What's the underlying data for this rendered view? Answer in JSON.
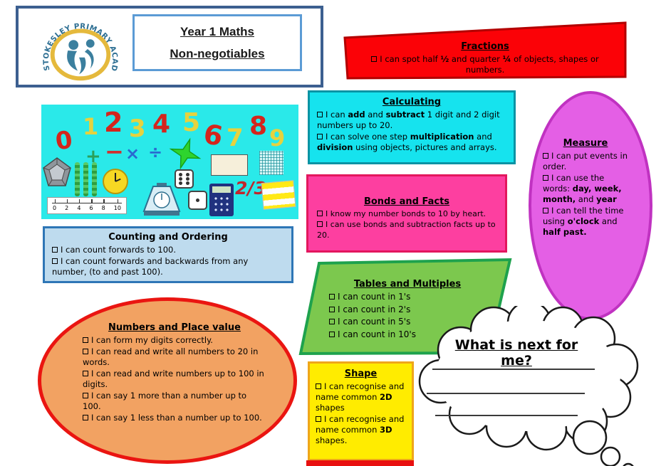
{
  "header": {
    "academy_name": "STOKESLEY PRIMARY ACADEMY",
    "title_line1": "Year 1 Maths",
    "title_line2": "Non-negotiables"
  },
  "clipart": {
    "digits": [
      "0",
      "1",
      "2",
      "3",
      "4",
      "5",
      "6",
      "7",
      "8",
      "9"
    ],
    "operators": [
      "+",
      "−",
      "×",
      "÷"
    ],
    "fraction": "2/3",
    "numberline_labels": [
      "0",
      "2",
      "4",
      "6",
      "8",
      "10"
    ]
  },
  "panels": {
    "fractions": {
      "title": "Fractions",
      "items": [
        "I can spot half **½** and quarter **¼** of objects, shapes or numbers."
      ]
    },
    "calculating": {
      "title": "Calculating",
      "items": [
        "I can **add** and **subtract** 1 digit and 2 digit numbers up to 20.",
        "I can solve one step **multiplication** and **division** using objects, pictures and arrays."
      ]
    },
    "bonds_and_facts": {
      "title": "Bonds and Facts",
      "items": [
        "I know my number bonds to 10 by heart.",
        "I can use bonds and subtraction facts up to 20."
      ]
    },
    "tables_and_multiples": {
      "title": "Tables and Multiples",
      "items": [
        "I can count in 1's",
        "I can count in 2's",
        "I can count in 5's",
        "I can count in 10's"
      ]
    },
    "measure": {
      "title": "Measure",
      "items": [
        "I can put events in order.",
        "I can use the words: **day, week, month,** and **year**",
        "I can tell the time using **o'clock** and **half past.**"
      ]
    },
    "counting_and_ordering": {
      "title": "Counting and Ordering",
      "items": [
        "I can count forwards to 100.",
        "I can count forwards and backwards from any number, (to and past 100)."
      ]
    },
    "numbers_and_place_value": {
      "title": "Numbers and Place value",
      "items": [
        "I can form my digits correctly.",
        "I can read and write all numbers to 20 in words.",
        "I can read and write numbers up to 100 in digits.",
        "I can say 1 more than a number up to 100.",
        "I can say 1 less than a number up to 100."
      ]
    },
    "shape": {
      "title": "Shape",
      "items": [
        "I can recognise and name common **2D** shapes",
        "I can recognise and name common **3D** shapes."
      ]
    }
  },
  "cloud": {
    "title": "What is next for me?"
  },
  "colors": {
    "fractions_fill": "#fb0207",
    "fractions_border": "#b30000",
    "calculating_fill": "#16e3ee",
    "calculating_border": "#0b93a4",
    "bonds_fill": "#fd3fa0",
    "bonds_border": "#e3175e",
    "tables_fill": "#7cc84e",
    "tables_border": "#1ea24d",
    "measure_fill": "#e45fe5",
    "measure_border": "#c032c1",
    "counting_fill": "#bedbee",
    "counting_border": "#2e76b6",
    "numbers_fill": "#f2a262",
    "numbers_border": "#ea1511",
    "shape_fill": "#ffec00",
    "shape_border": "#efa61a",
    "clipart_bg": "#2ae9e9",
    "header_frame_border": "#3c5f90",
    "title_box_border": "#5b9bd5",
    "digit_red": "#d4251c",
    "digit_yellow": "#e6d23e"
  }
}
